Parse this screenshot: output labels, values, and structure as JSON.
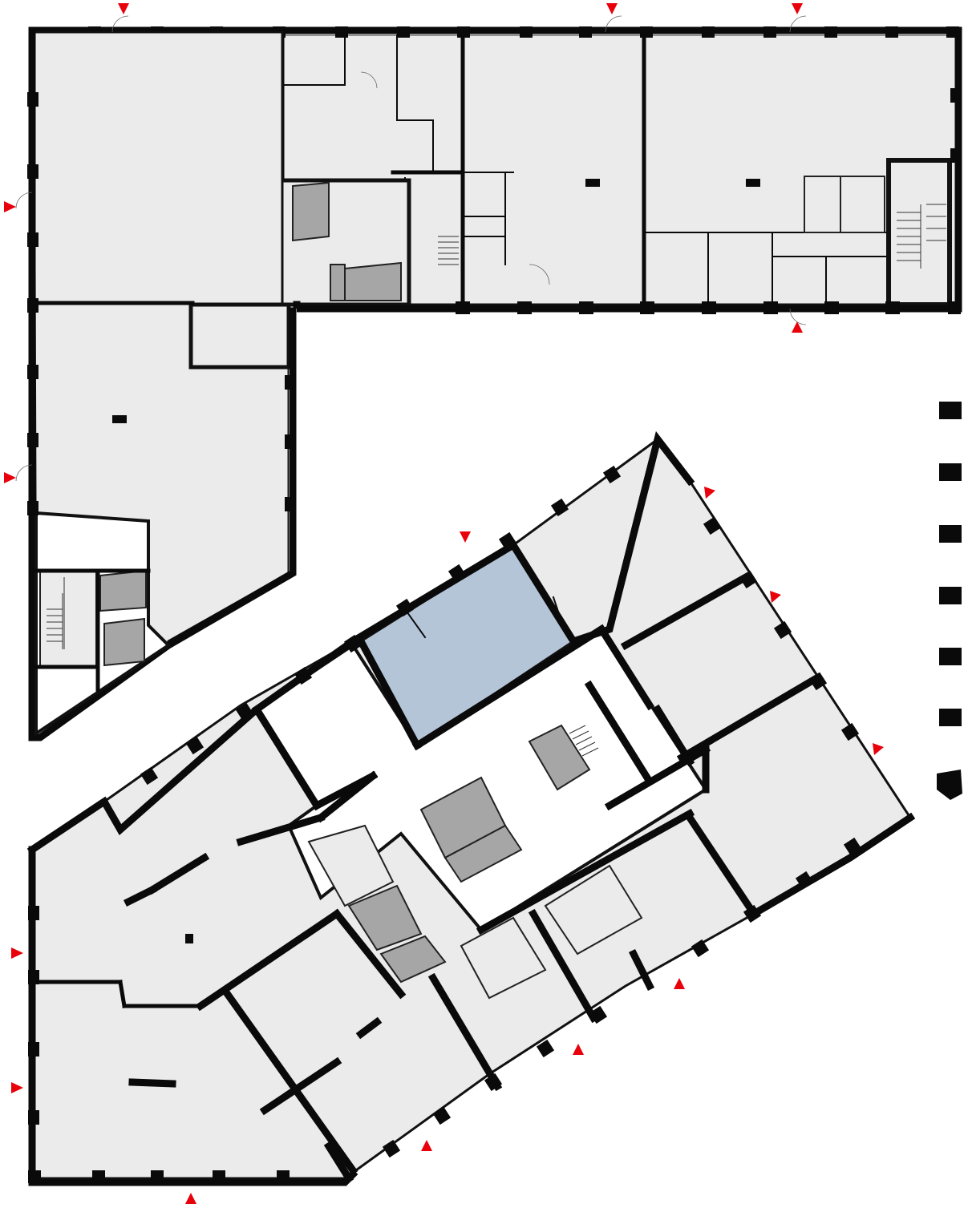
{
  "drawing": {
    "type": "floor-plan",
    "colors": {
      "room_fill": "#ebebeb",
      "core_fill": "#a6a6a6",
      "highlight_fill": "#b5c5d8",
      "wall": "#0a0a0a",
      "entrance_marker": "#e8000b",
      "background": "#ffffff"
    },
    "icons": {
      "entrance_marker": "red-triangle-icon",
      "column": "square-column-icon",
      "stair": "stair-icon",
      "door": "door-swing-icon",
      "toilet": "toilet-icon"
    },
    "buildings": [
      {
        "name": "north-wing",
        "orientation": "orthogonal"
      },
      {
        "name": "west-wing",
        "orientation": "orthogonal"
      },
      {
        "name": "south-building",
        "orientation": "rotated"
      }
    ],
    "highlighted_unit": "south-building-north-unit",
    "entrance_count": 15,
    "legend_swatch_count": 7
  }
}
